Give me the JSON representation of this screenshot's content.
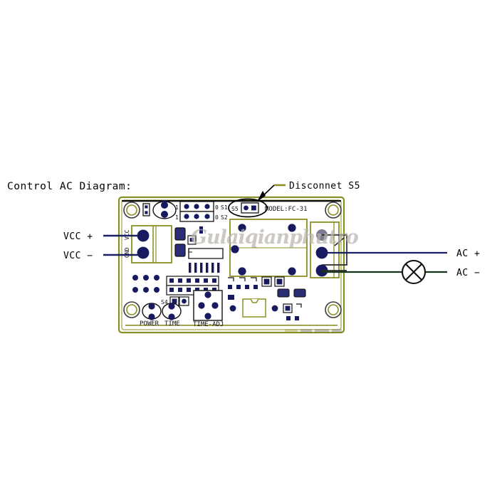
{
  "page": {
    "title_label": "Control AC Diagram:",
    "background": "#ffffff",
    "watermark_text": "Gulaiqianphutro"
  },
  "colors": {
    "pcb_outline": "#8a8f24",
    "pcb_fill": "#ffffff",
    "pad_navy": "#171a5e",
    "pad_grey": "#7a7a92",
    "wire_navy": "#1b1f63",
    "wire_dark": "#16351c",
    "silk_black": "#111111",
    "annotation_black": "#000000",
    "watermark": "#b9b3ad"
  },
  "annotations": {
    "vcc_plus": "VCC +",
    "vcc_minus": "VCC −",
    "ac_plus": "AC +",
    "ac_minus": "AC −",
    "disconnect_note": "Disconnet S5"
  },
  "board": {
    "model_label": "MODEL:FC-31",
    "terminal_vcc": "VCC",
    "terminal_gnd": "GND",
    "jumper_rows": [
      {
        "left_digit": "1",
        "right_digit": "0",
        "name": "S1"
      },
      {
        "left_digit": "1",
        "right_digit": "0",
        "name": "S2"
      }
    ],
    "jumper_s5_label": "S5",
    "jumper_s4_label": "S4",
    "button_power": "POWER",
    "button_time": "TIME",
    "header_time_adj": "TIME-ADJ"
  },
  "symbols": {
    "lamp_name": "lamp-load-symbol",
    "relay_contact_name": "relay-contact-symbol"
  }
}
